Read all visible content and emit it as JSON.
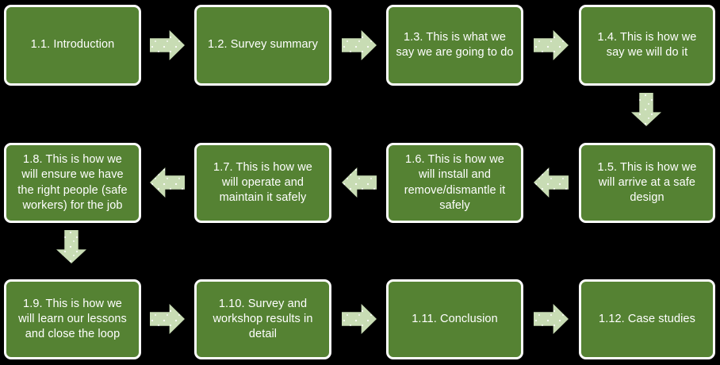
{
  "diagram": {
    "title": "Document structure process flow",
    "type": "flowchart",
    "background_color": "#000000",
    "node_fill_color": "#558233",
    "node_border_color": "#fdfdfd",
    "node_text_color": "#ffffff",
    "arrow_color": "#c8dcb4",
    "rows": 3,
    "columns": 4,
    "flow_direction": "serpentine"
  },
  "nodes": [
    {
      "id": "n1",
      "label": "1.1. Introduction"
    },
    {
      "id": "n2",
      "label": "1.2. Survey summary"
    },
    {
      "id": "n3",
      "label": "1.3. This is what we say we are going to do"
    },
    {
      "id": "n4",
      "label": "1.4. This is how we say we will do it"
    },
    {
      "id": "n5",
      "label": "1.5. This is how we will arrive at a safe design"
    },
    {
      "id": "n6",
      "label": "1.6. This is how we will install and remove/dismantle it safely"
    },
    {
      "id": "n7",
      "label": "1.7. This is how we will operate and maintain it safely"
    },
    {
      "id": "n8",
      "label": "1.8. This is how we will ensure we have the right people (safe workers) for the job"
    },
    {
      "id": "n9",
      "label": "1.9. This is how we will learn our lessons and close the loop"
    },
    {
      "id": "n10",
      "label": "1.10. Survey and workshop results in detail"
    },
    {
      "id": "n11",
      "label": "1.11. Conclusion"
    },
    {
      "id": "n12",
      "label": "1.12. Case studies"
    }
  ],
  "connectors": [
    {
      "id": "a1",
      "from": "n1",
      "to": "n2",
      "direction": "right"
    },
    {
      "id": "a2",
      "from": "n2",
      "to": "n3",
      "direction": "right"
    },
    {
      "id": "a3",
      "from": "n3",
      "to": "n4",
      "direction": "right"
    },
    {
      "id": "a4",
      "from": "n4",
      "to": "n5",
      "direction": "down"
    },
    {
      "id": "a5",
      "from": "n5",
      "to": "n6",
      "direction": "left"
    },
    {
      "id": "a6",
      "from": "n6",
      "to": "n7",
      "direction": "left"
    },
    {
      "id": "a7",
      "from": "n7",
      "to": "n8",
      "direction": "left"
    },
    {
      "id": "a8",
      "from": "n8",
      "to": "n9",
      "direction": "down"
    },
    {
      "id": "a9",
      "from": "n9",
      "to": "n10",
      "direction": "right"
    },
    {
      "id": "a10",
      "from": "n10",
      "to": "n11",
      "direction": "right"
    },
    {
      "id": "a11",
      "from": "n11",
      "to": "n12",
      "direction": "right"
    }
  ]
}
